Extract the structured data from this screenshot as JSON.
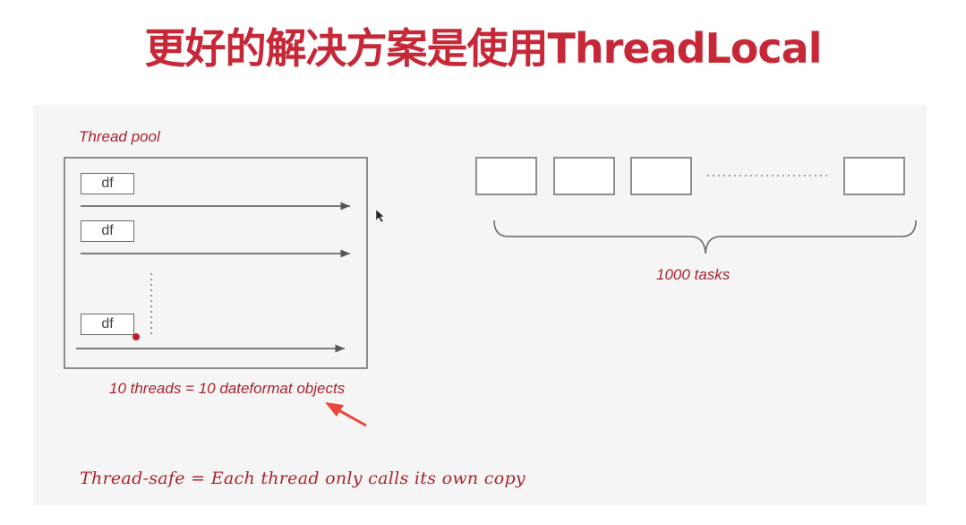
{
  "title": "更好的解决方案是使用ThreadLocal",
  "diagram": {
    "pool_label": "Thread pool",
    "df_label": "df",
    "threads_caption": "10 threads = 10 dateformat objects",
    "tasks_label": "1000 tasks",
    "thread_safe_note": "Thread-safe = Each thread only calls its own copy"
  },
  "colors": {
    "title": "#c62838",
    "label": "#a8242e",
    "annotation_arrow": "#e8483a"
  }
}
